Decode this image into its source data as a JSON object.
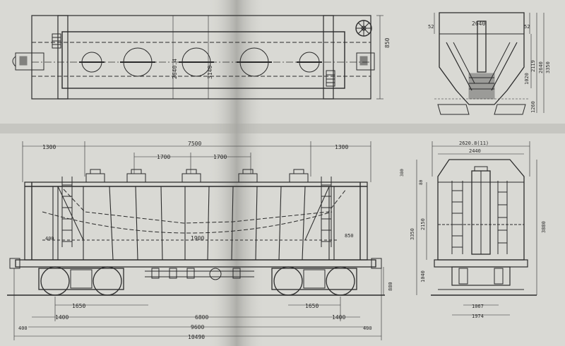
{
  "colors": {
    "paper": "#d9d9d4",
    "ink": "#2b2b2b",
    "fold_shadow": "#8a8a86"
  },
  "plan_view": {
    "inner_width": "2640.4",
    "outer_width": "3140",
    "right_dim": "850"
  },
  "end_view": {
    "top_width": "2640",
    "height_a": "2119",
    "height_b": "2640",
    "height_c": "3350",
    "height_d": "1020",
    "lower": "1260",
    "corner_left": "52",
    "corner_right": "52"
  },
  "side_view": {
    "bay_left": "1700",
    "bay_right": "1700",
    "top_span": "7500",
    "overhang_left": "1300",
    "overhang_right": "1300",
    "floor_note": "1900",
    "side_note_left": "400",
    "side_note_right": "850",
    "wheel_height": "880",
    "bogie_left": "1650",
    "bogie_right": "1650",
    "bogie_center": "6800",
    "end_left": "1400",
    "end_right": "1400",
    "buffer_left": "400",
    "buffer_right": "400",
    "body_length": "9600",
    "total_length": "10490"
  },
  "section_view": {
    "outer_width": "2620.8(11)",
    "inner_width": "2440",
    "height_top": "3350",
    "height_mid": "2150",
    "height_side": "3880",
    "height_low": "1040",
    "top_note": "380",
    "top_note2": "80",
    "axle_width": "1067",
    "base_width": "1974"
  }
}
